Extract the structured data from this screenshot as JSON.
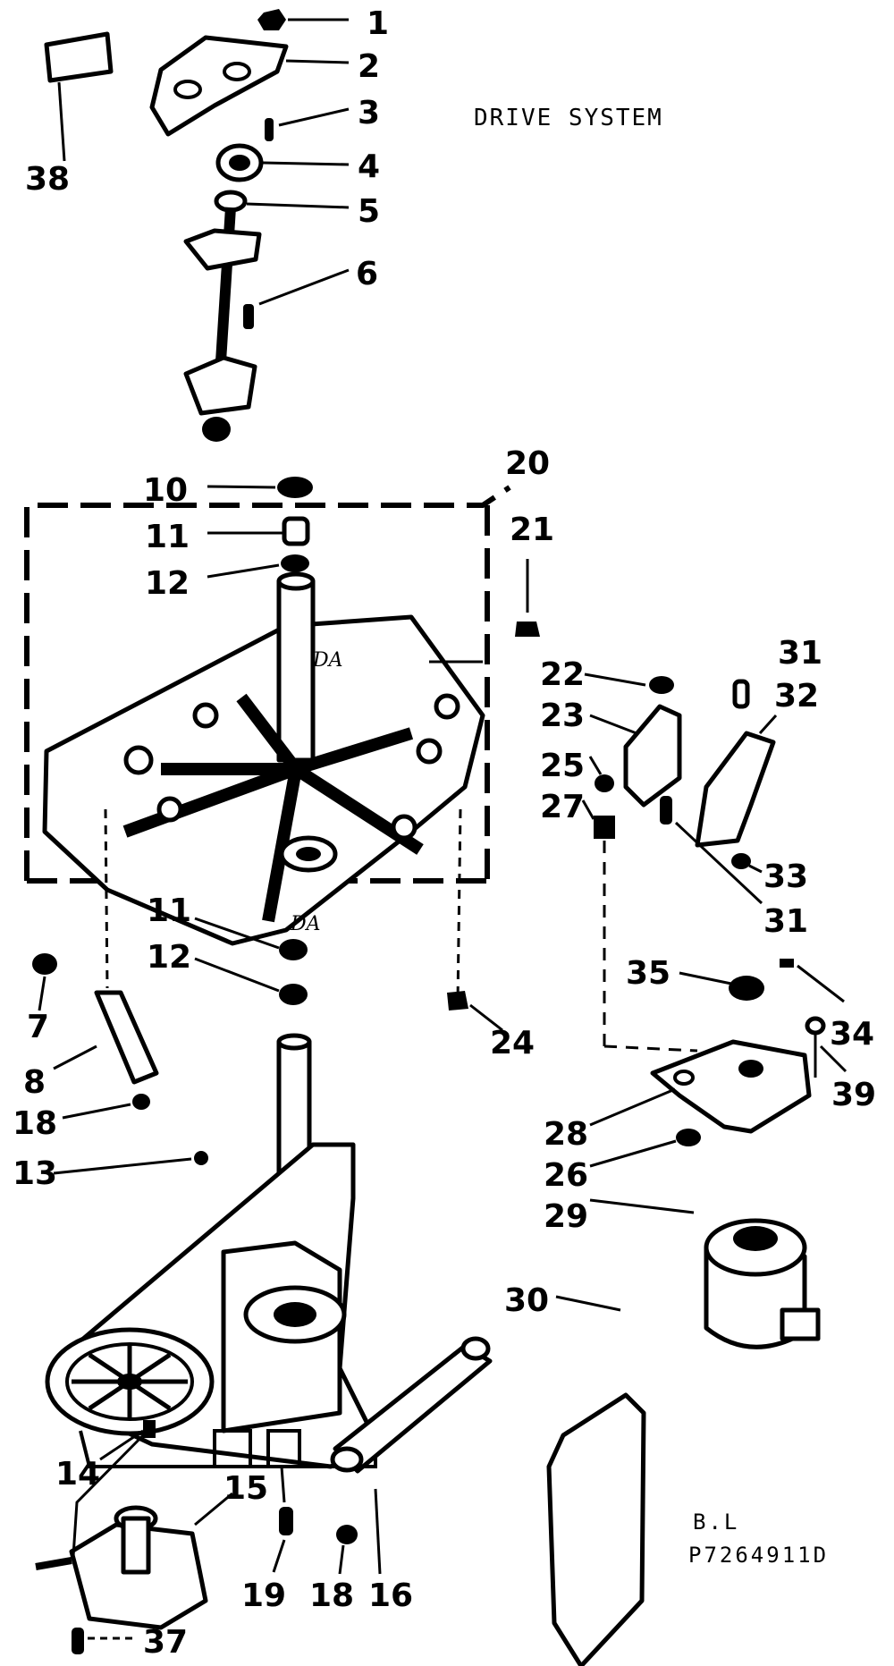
{
  "title": "DRIVE SYSTEM",
  "diagram_code": {
    "line1": "B.L",
    "line2": "P7264911D"
  },
  "callouts": {
    "c1": "1",
    "c2": "2",
    "c3": "3",
    "c4": "4",
    "c5": "5",
    "c6": "6",
    "c7": "7",
    "c8": "8",
    "c10": "10",
    "c11a": "11",
    "c11b": "11",
    "c12a": "12",
    "c12b": "12",
    "c13": "13",
    "c14": "14",
    "c15": "15",
    "c16": "16",
    "c18a": "18",
    "c18b": "18",
    "c19": "19",
    "c20": "20",
    "c21": "21",
    "c22": "22",
    "c23": "23",
    "c24": "24",
    "c25": "25",
    "c26": "26",
    "c27": "27",
    "c28": "28",
    "c29": "29",
    "c30": "30",
    "c31a": "31",
    "c31b": "31",
    "c32": "32",
    "c33": "33",
    "c34": "34",
    "c35": "35",
    "c37": "37",
    "c38": "38",
    "c39": "39"
  }
}
